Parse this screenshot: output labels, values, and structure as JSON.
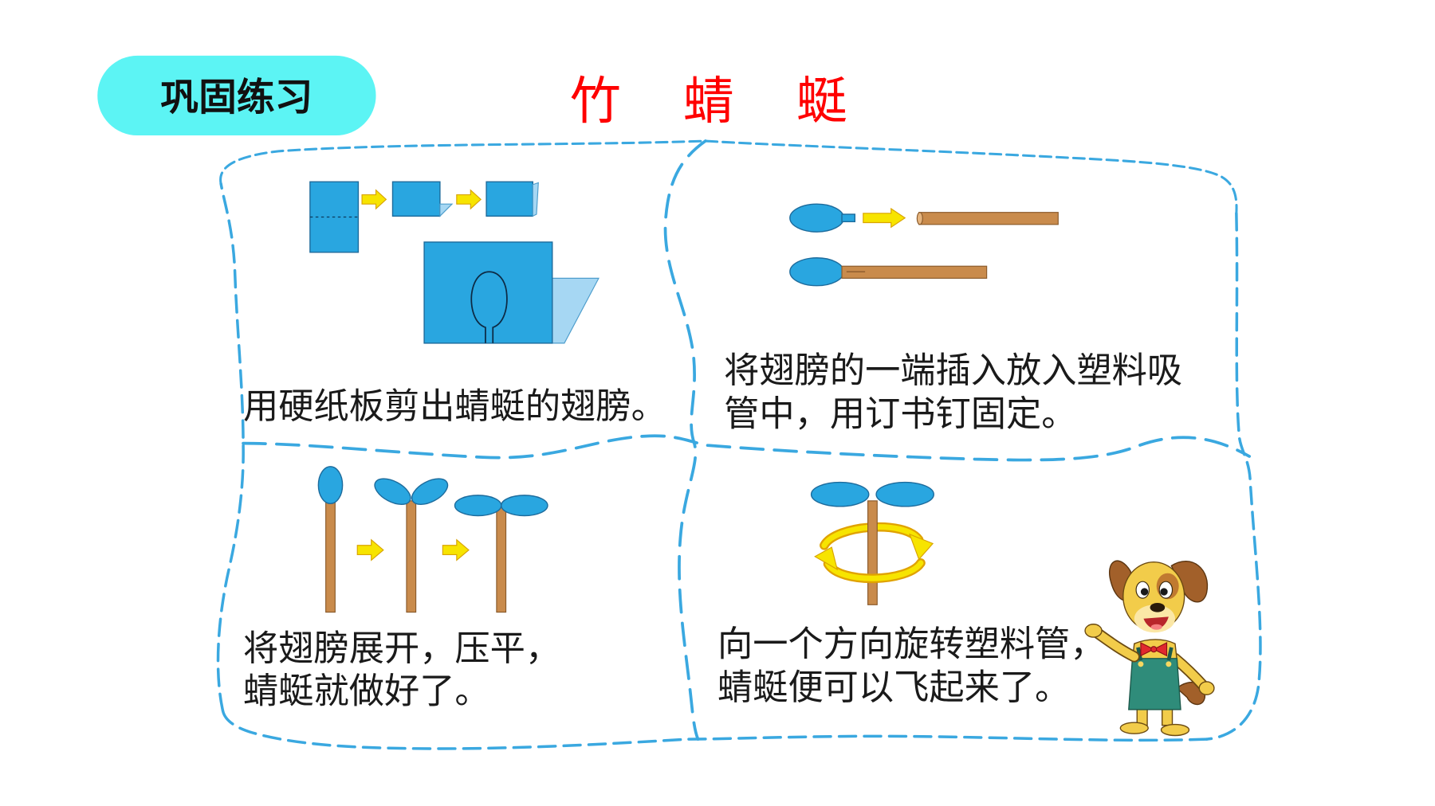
{
  "header": {
    "badge_label": "巩固练习",
    "title": "竹　蜻　蜓"
  },
  "steps": [
    {
      "lines": [
        "用硬纸板剪出蜻蜓的翅膀。"
      ]
    },
    {
      "lines": [
        "将翅膀的一端插入放入塑料吸",
        "管中，用订书钉固定。"
      ]
    },
    {
      "lines": [
        "将翅膀展开，压平，",
        "蜻蜓就做好了。"
      ]
    },
    {
      "lines": [
        "向一个方向旋转塑料管，",
        "蜻蜓便可以飞起来了。"
      ]
    }
  ],
  "colors": {
    "badge": "#5cf4f4",
    "title": "#ff0000",
    "dash_border": "#3aa8e0",
    "wing": "#29a6e0",
    "wing_light": "#a6d7f3",
    "stick": "#c98b4c",
    "arrow": "#f7e400",
    "dog_fur": "#f2cc4a",
    "dog_ear": "#a2602a",
    "dog_overalls": "#2f8c7a",
    "dog_bowtie": "#e0282e",
    "text": "#1a1a1a"
  }
}
